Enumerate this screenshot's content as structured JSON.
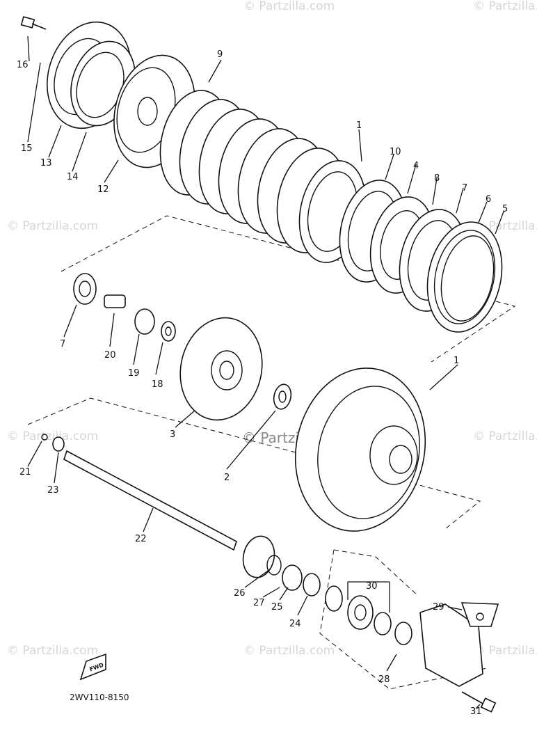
{
  "watermark": "© Partzilla.com",
  "drawing_code": "2WV110-8150",
  "fwd_label": "FWD",
  "callouts": {
    "c1a": "1",
    "c1b": "1",
    "c2": "2",
    "c3": "3",
    "c4": "4",
    "c5": "5",
    "c6": "6",
    "c7a": "7",
    "c7b": "7",
    "c8": "8",
    "c9": "9",
    "c10": "10",
    "c12": "12",
    "c13": "13",
    "c14": "14",
    "c15": "15",
    "c16": "16",
    "c18": "18",
    "c19": "19",
    "c20": "20",
    "c21": "21",
    "c22": "22",
    "c23": "23",
    "c24": "24",
    "c25": "25",
    "c26": "26",
    "c27": "27",
    "c28": "28",
    "c29": "29",
    "c30": "30",
    "c31": "31"
  }
}
